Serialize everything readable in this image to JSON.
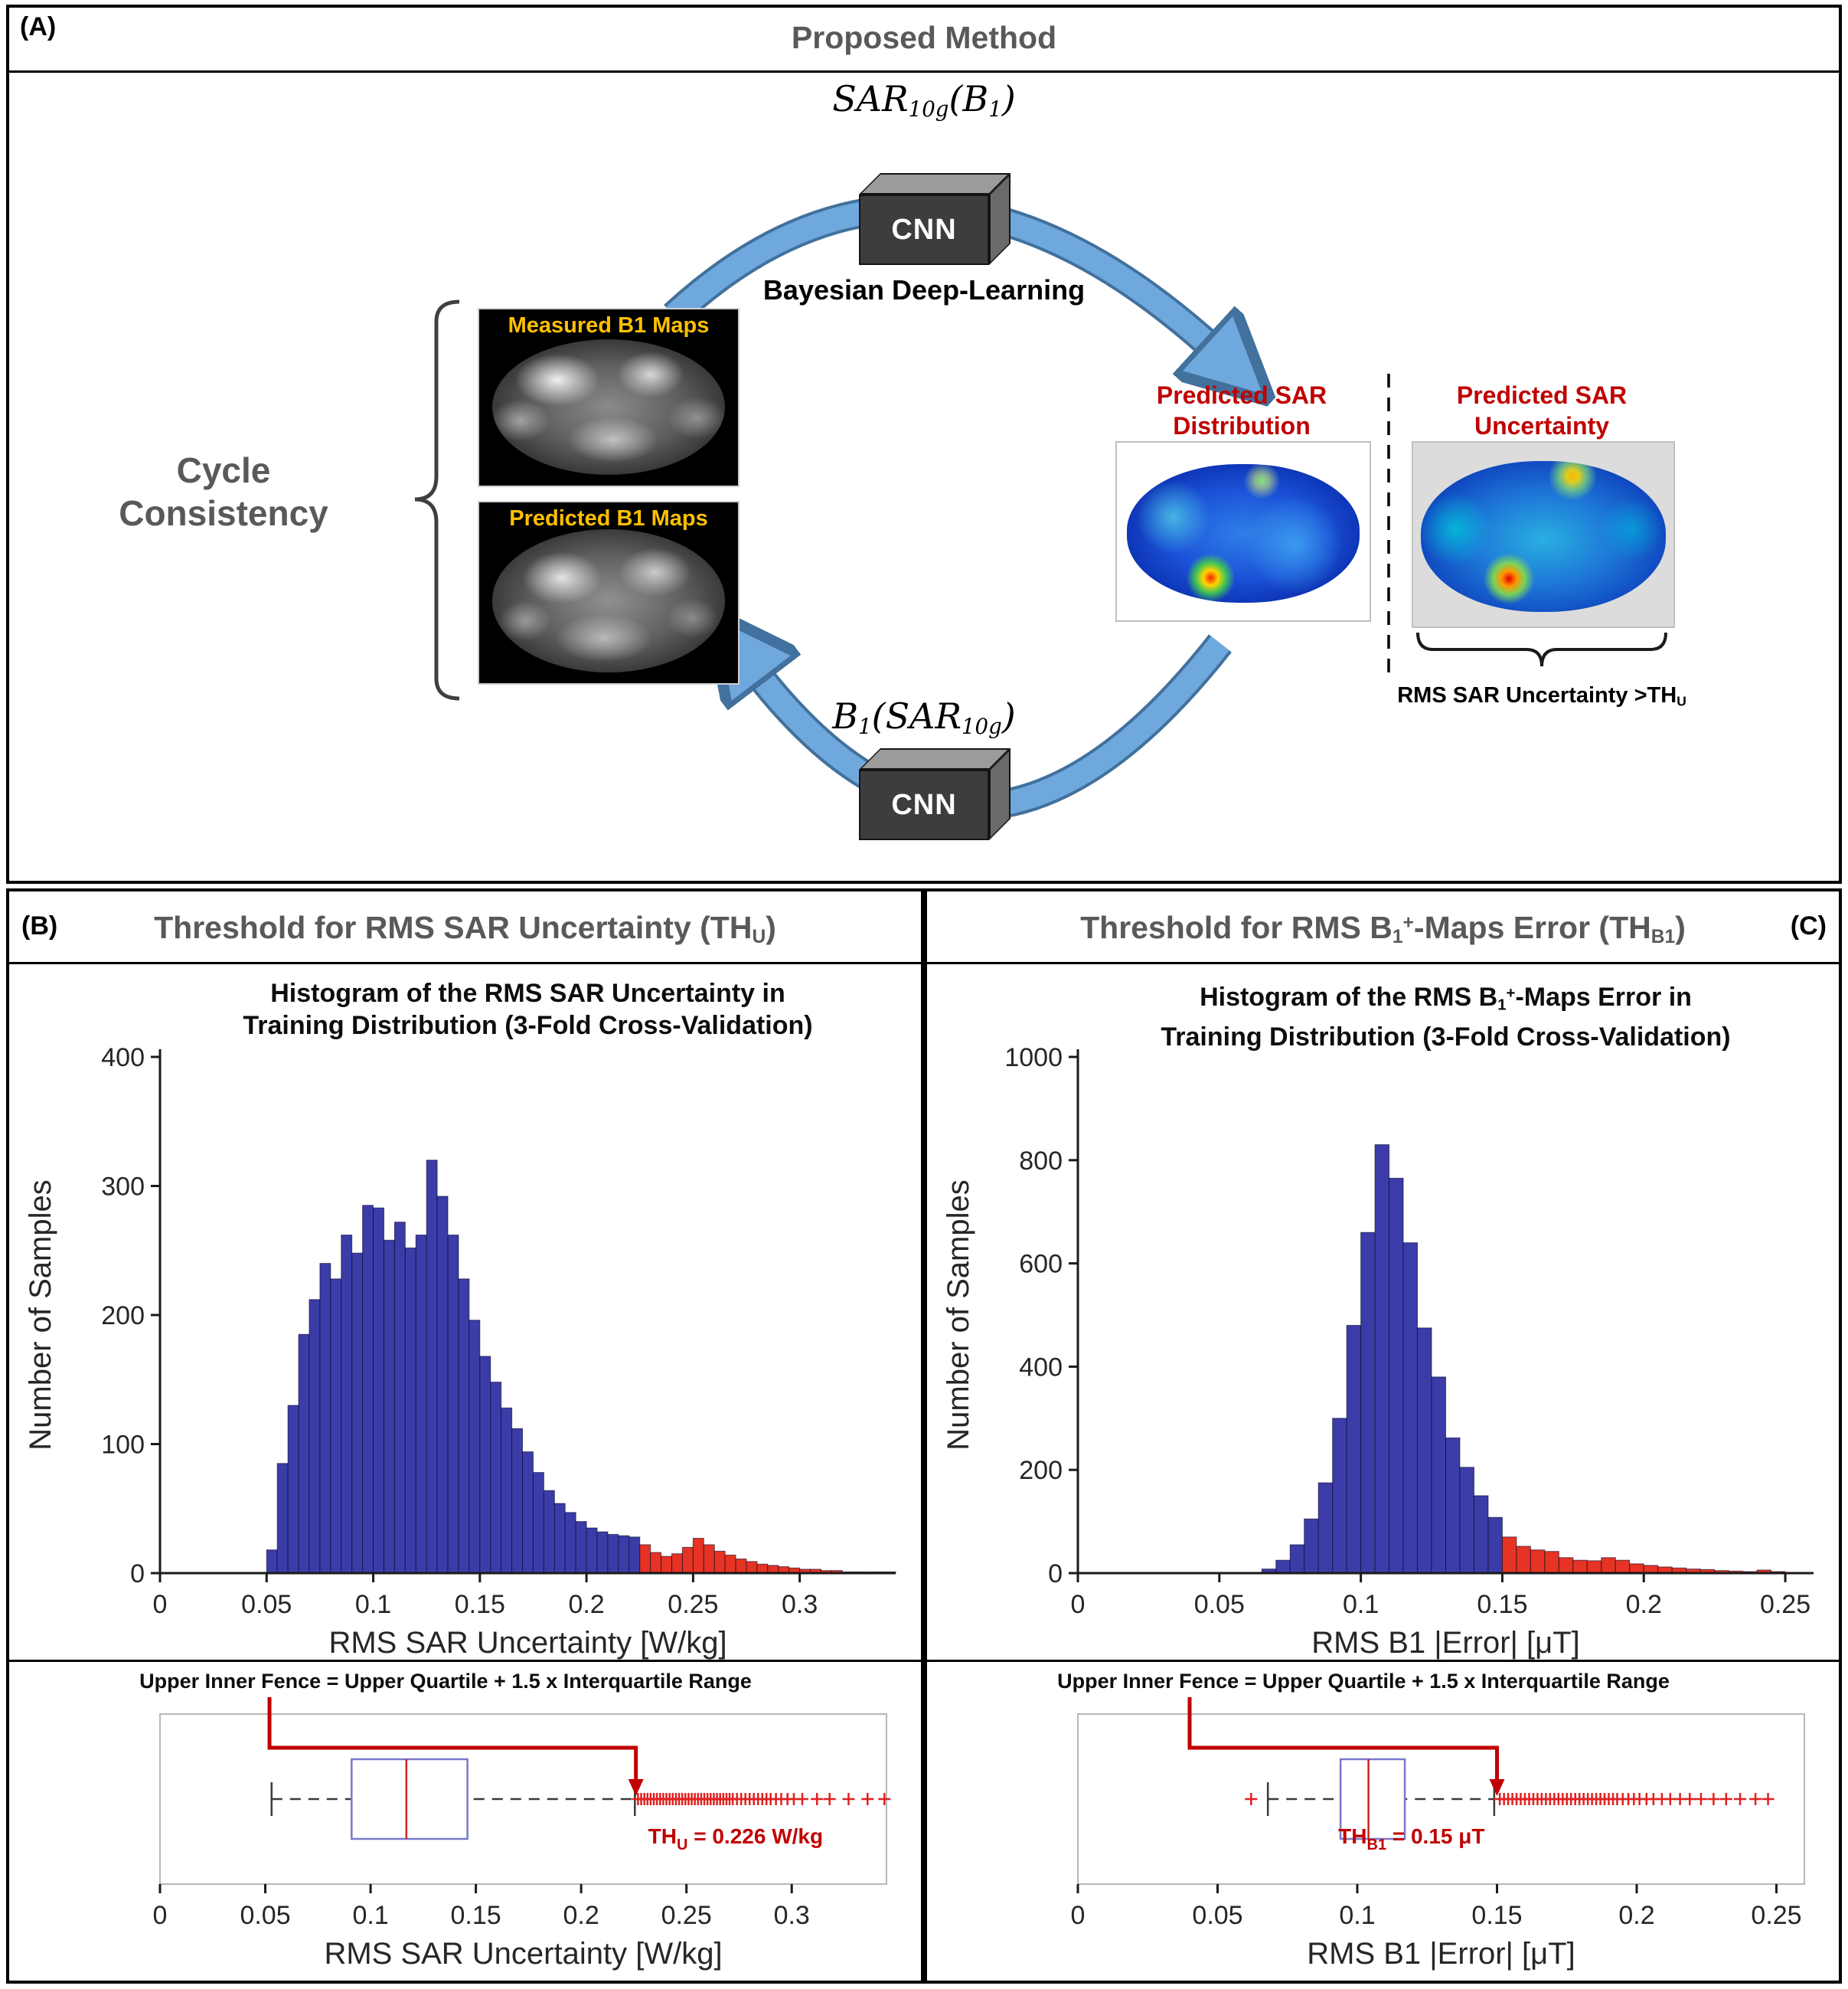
{
  "panelA": {
    "label": "(A)",
    "title": "Proposed Method",
    "math_top": {
      "base": "SAR",
      "sub": "10g",
      "open": "(B",
      "sub2": "1",
      "close": ")"
    },
    "math_bottom": {
      "base": "B",
      "sub": "1",
      "open": "(SAR",
      "sub2": "10g",
      "close": ")"
    },
    "cnn_top_label": "CNN",
    "cnn_bottom_label": "CNN",
    "bayesian_label": "Bayesian Deep-Learning",
    "cycle_line1": "Cycle",
    "cycle_line2": "Consistency",
    "measured_title": "Measured B1 Maps",
    "predicted_title": "Predicted B1 Maps",
    "sar_dist_title_line1": "Predicted SAR",
    "sar_dist_title_line2": "Distribution",
    "sar_unc_title_line1": "Predicted SAR",
    "sar_unc_title_line2": "Uncertainty",
    "rms_caption_pre": "RMS SAR Uncertainty >TH",
    "rms_caption_sub": "U",
    "colors": {
      "image_title": "#FFC000",
      "sar_title": "#C00000",
      "arrow_fill": "#6fa8dc",
      "arrow_edge": "#41719c"
    }
  },
  "panelB": {
    "label": "(B)",
    "title_pre": "Threshold for RMS SAR Uncertainty (TH",
    "title_sub": "U",
    "title_post": ")"
  },
  "panelC": {
    "label": "(C)",
    "title_pre": "Threshold for RMS B",
    "title_sub1": "1",
    "title_sup": "+",
    "title_mid": "-Maps Error (TH",
    "title_sub2": "B1",
    "title_post": ")",
    "hist_title_pre": "Histogram of the RMS B",
    "hist_title_sub": "1",
    "hist_title_sup": "+",
    "hist_title_post": "-Maps Error in"
  },
  "chart_data": [
    {
      "id": "histB",
      "type": "bar",
      "title_line1": "Histogram of the RMS SAR Uncertainty in",
      "title_line2": "Training Distribution (3-Fold Cross-Validation)",
      "xlabel": "RMS SAR Uncertainty [W/kg]",
      "ylabel": "Number of Samples",
      "xlim": [
        0,
        0.345
      ],
      "ylim": [
        0,
        400
      ],
      "xticks": [
        0,
        0.05,
        0.1,
        0.15,
        0.2,
        0.25,
        0.3
      ],
      "yticks": [
        0,
        100,
        200,
        300,
        400
      ],
      "x0": 0.05,
      "dx": 0.005,
      "threshold": 0.226,
      "color_below": "#3c3ca8",
      "color_above": "#e63323",
      "grid": false,
      "counts": [
        18,
        85,
        130,
        185,
        212,
        240,
        228,
        262,
        248,
        285,
        283,
        258,
        272,
        252,
        262,
        320,
        292,
        262,
        228,
        196,
        168,
        148,
        128,
        112,
        94,
        78,
        64,
        54,
        47,
        40,
        35,
        32,
        30,
        29,
        28,
        22,
        16,
        13,
        15,
        20,
        27,
        22,
        17,
        14,
        11,
        9,
        7,
        6,
        5,
        4,
        3,
        3,
        2,
        2,
        1,
        1,
        1,
        1,
        1
      ]
    },
    {
      "id": "histC",
      "type": "bar",
      "title_line1": "Histogram of the RMS B1+-Maps Error in",
      "title_line2": "Training Distribution (3-Fold Cross-Validation)",
      "xlabel": "RMS B1 |Error| [μT]",
      "ylabel": "Number of Samples",
      "xlim": [
        0,
        0.26
      ],
      "ylim": [
        0,
        1000
      ],
      "xticks": [
        0,
        0.05,
        0.1,
        0.15,
        0.2,
        0.25
      ],
      "yticks": [
        0,
        200,
        400,
        600,
        800,
        1000
      ],
      "x0": 0.065,
      "dx": 0.005,
      "threshold": 0.15,
      "color_below": "#3c3ca8",
      "color_above": "#e63323",
      "grid": false,
      "counts": [
        8,
        25,
        55,
        105,
        175,
        300,
        480,
        660,
        830,
        765,
        640,
        475,
        380,
        262,
        205,
        150,
        108,
        70,
        52,
        45,
        42,
        30,
        25,
        24,
        30,
        25,
        18,
        15,
        12,
        10,
        8,
        7,
        5,
        4,
        3,
        6,
        3
      ]
    },
    {
      "id": "boxB",
      "type": "boxplot",
      "annotation": "Upper Inner Fence = Upper Quartile + 1.5 x Interquartile Range",
      "xlabel": "RMS SAR Uncertainty [W/kg]",
      "xlim": [
        0,
        0.345
      ],
      "xticks": [
        0,
        0.05,
        0.1,
        0.15,
        0.2,
        0.25,
        0.3
      ],
      "whisker_low": 0.053,
      "q1": 0.091,
      "median": 0.117,
      "q3": 0.146,
      "whisker_high": 0.2255,
      "threshold": 0.226,
      "threshold_label_pre": "TH",
      "threshold_label_sub": "U",
      "threshold_label_post": " = 0.226 W/kg",
      "arrow_start_x": 0.052,
      "label_side": "right",
      "outliers": [
        0.227,
        0.2285,
        0.23,
        0.2315,
        0.233,
        0.2345,
        0.236,
        0.2375,
        0.239,
        0.2405,
        0.242,
        0.2435,
        0.245,
        0.2465,
        0.248,
        0.2495,
        0.251,
        0.2525,
        0.254,
        0.2555,
        0.257,
        0.2585,
        0.26,
        0.2615,
        0.263,
        0.2645,
        0.266,
        0.2675,
        0.269,
        0.2705,
        0.272,
        0.274,
        0.276,
        0.278,
        0.28,
        0.282,
        0.284,
        0.286,
        0.288,
        0.29,
        0.2925,
        0.295,
        0.298,
        0.301,
        0.305,
        0.312,
        0.318,
        0.327,
        0.336,
        0.344
      ]
    },
    {
      "id": "boxC",
      "type": "boxplot",
      "annotation": "Upper Inner Fence = Upper Quartile + 1.5 x Interquartile Range",
      "xlabel": "RMS B1 |Error| [μT]",
      "xlim": [
        0,
        0.26
      ],
      "xticks": [
        0,
        0.05,
        0.1,
        0.15,
        0.2,
        0.25
      ],
      "whisker_low": 0.068,
      "q1": 0.094,
      "median": 0.104,
      "q3": 0.117,
      "whisker_high": 0.149,
      "threshold": 0.15,
      "threshold_label_pre": "TH",
      "threshold_label_sub": "B1",
      "threshold_label_post": " = 0.15 μT",
      "arrow_start_x": 0.04,
      "label_side": "left",
      "outliers": [
        0.062,
        0.151,
        0.1525,
        0.154,
        0.1555,
        0.157,
        0.1585,
        0.16,
        0.1615,
        0.163,
        0.1645,
        0.166,
        0.1675,
        0.169,
        0.1705,
        0.172,
        0.1735,
        0.175,
        0.1765,
        0.178,
        0.1795,
        0.181,
        0.1825,
        0.184,
        0.1855,
        0.187,
        0.1885,
        0.19,
        0.1915,
        0.193,
        0.195,
        0.197,
        0.199,
        0.201,
        0.2035,
        0.206,
        0.209,
        0.212,
        0.2155,
        0.219,
        0.223,
        0.2275,
        0.232,
        0.237,
        0.2425,
        0.247
      ]
    }
  ]
}
